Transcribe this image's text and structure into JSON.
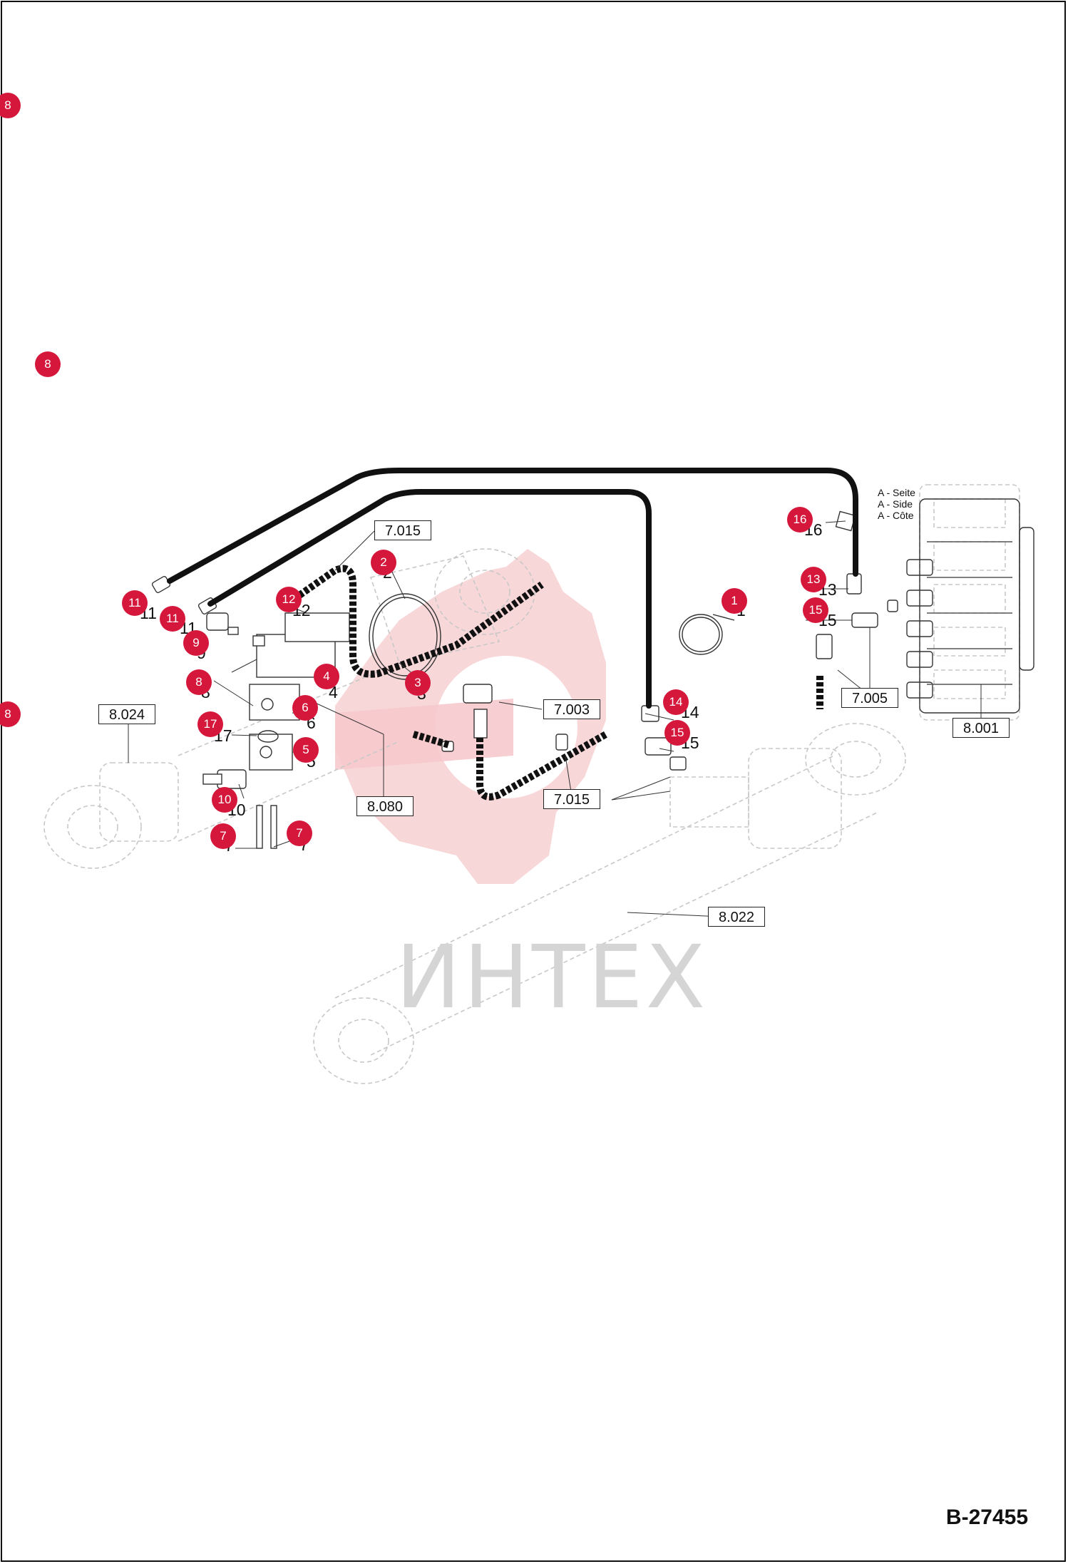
{
  "diagram": {
    "document_code": "B-27455",
    "watermark_text": "ИНТЕХ",
    "side_note": [
      "A - Seite",
      "A - Side",
      "A - Côte"
    ],
    "reference_boxes": [
      "7.015",
      "7.003",
      "7.015",
      "7.005",
      "8.001",
      "8.024",
      "8.080",
      "8.022"
    ],
    "callouts": [
      "8",
      "8",
      "8",
      "1",
      "2",
      "3",
      "4",
      "5",
      "6",
      "7",
      "7",
      "8",
      "9",
      "10",
      "11",
      "11",
      "12",
      "13",
      "14",
      "15",
      "15",
      "16",
      "17"
    ],
    "part_numbers": [
      "1",
      "2",
      "3",
      "4",
      "5",
      "6",
      "7",
      "7",
      "8",
      "9",
      "10",
      "11",
      "11",
      "12",
      "13",
      "14",
      "15",
      "15",
      "16",
      "17"
    ],
    "colors": {
      "callout": "#d4173a",
      "hose": "#111111",
      "outline": "#c8c8c8",
      "watermark_gear": "#f6c9cc",
      "watermark_text": "#d5d5d5"
    }
  }
}
